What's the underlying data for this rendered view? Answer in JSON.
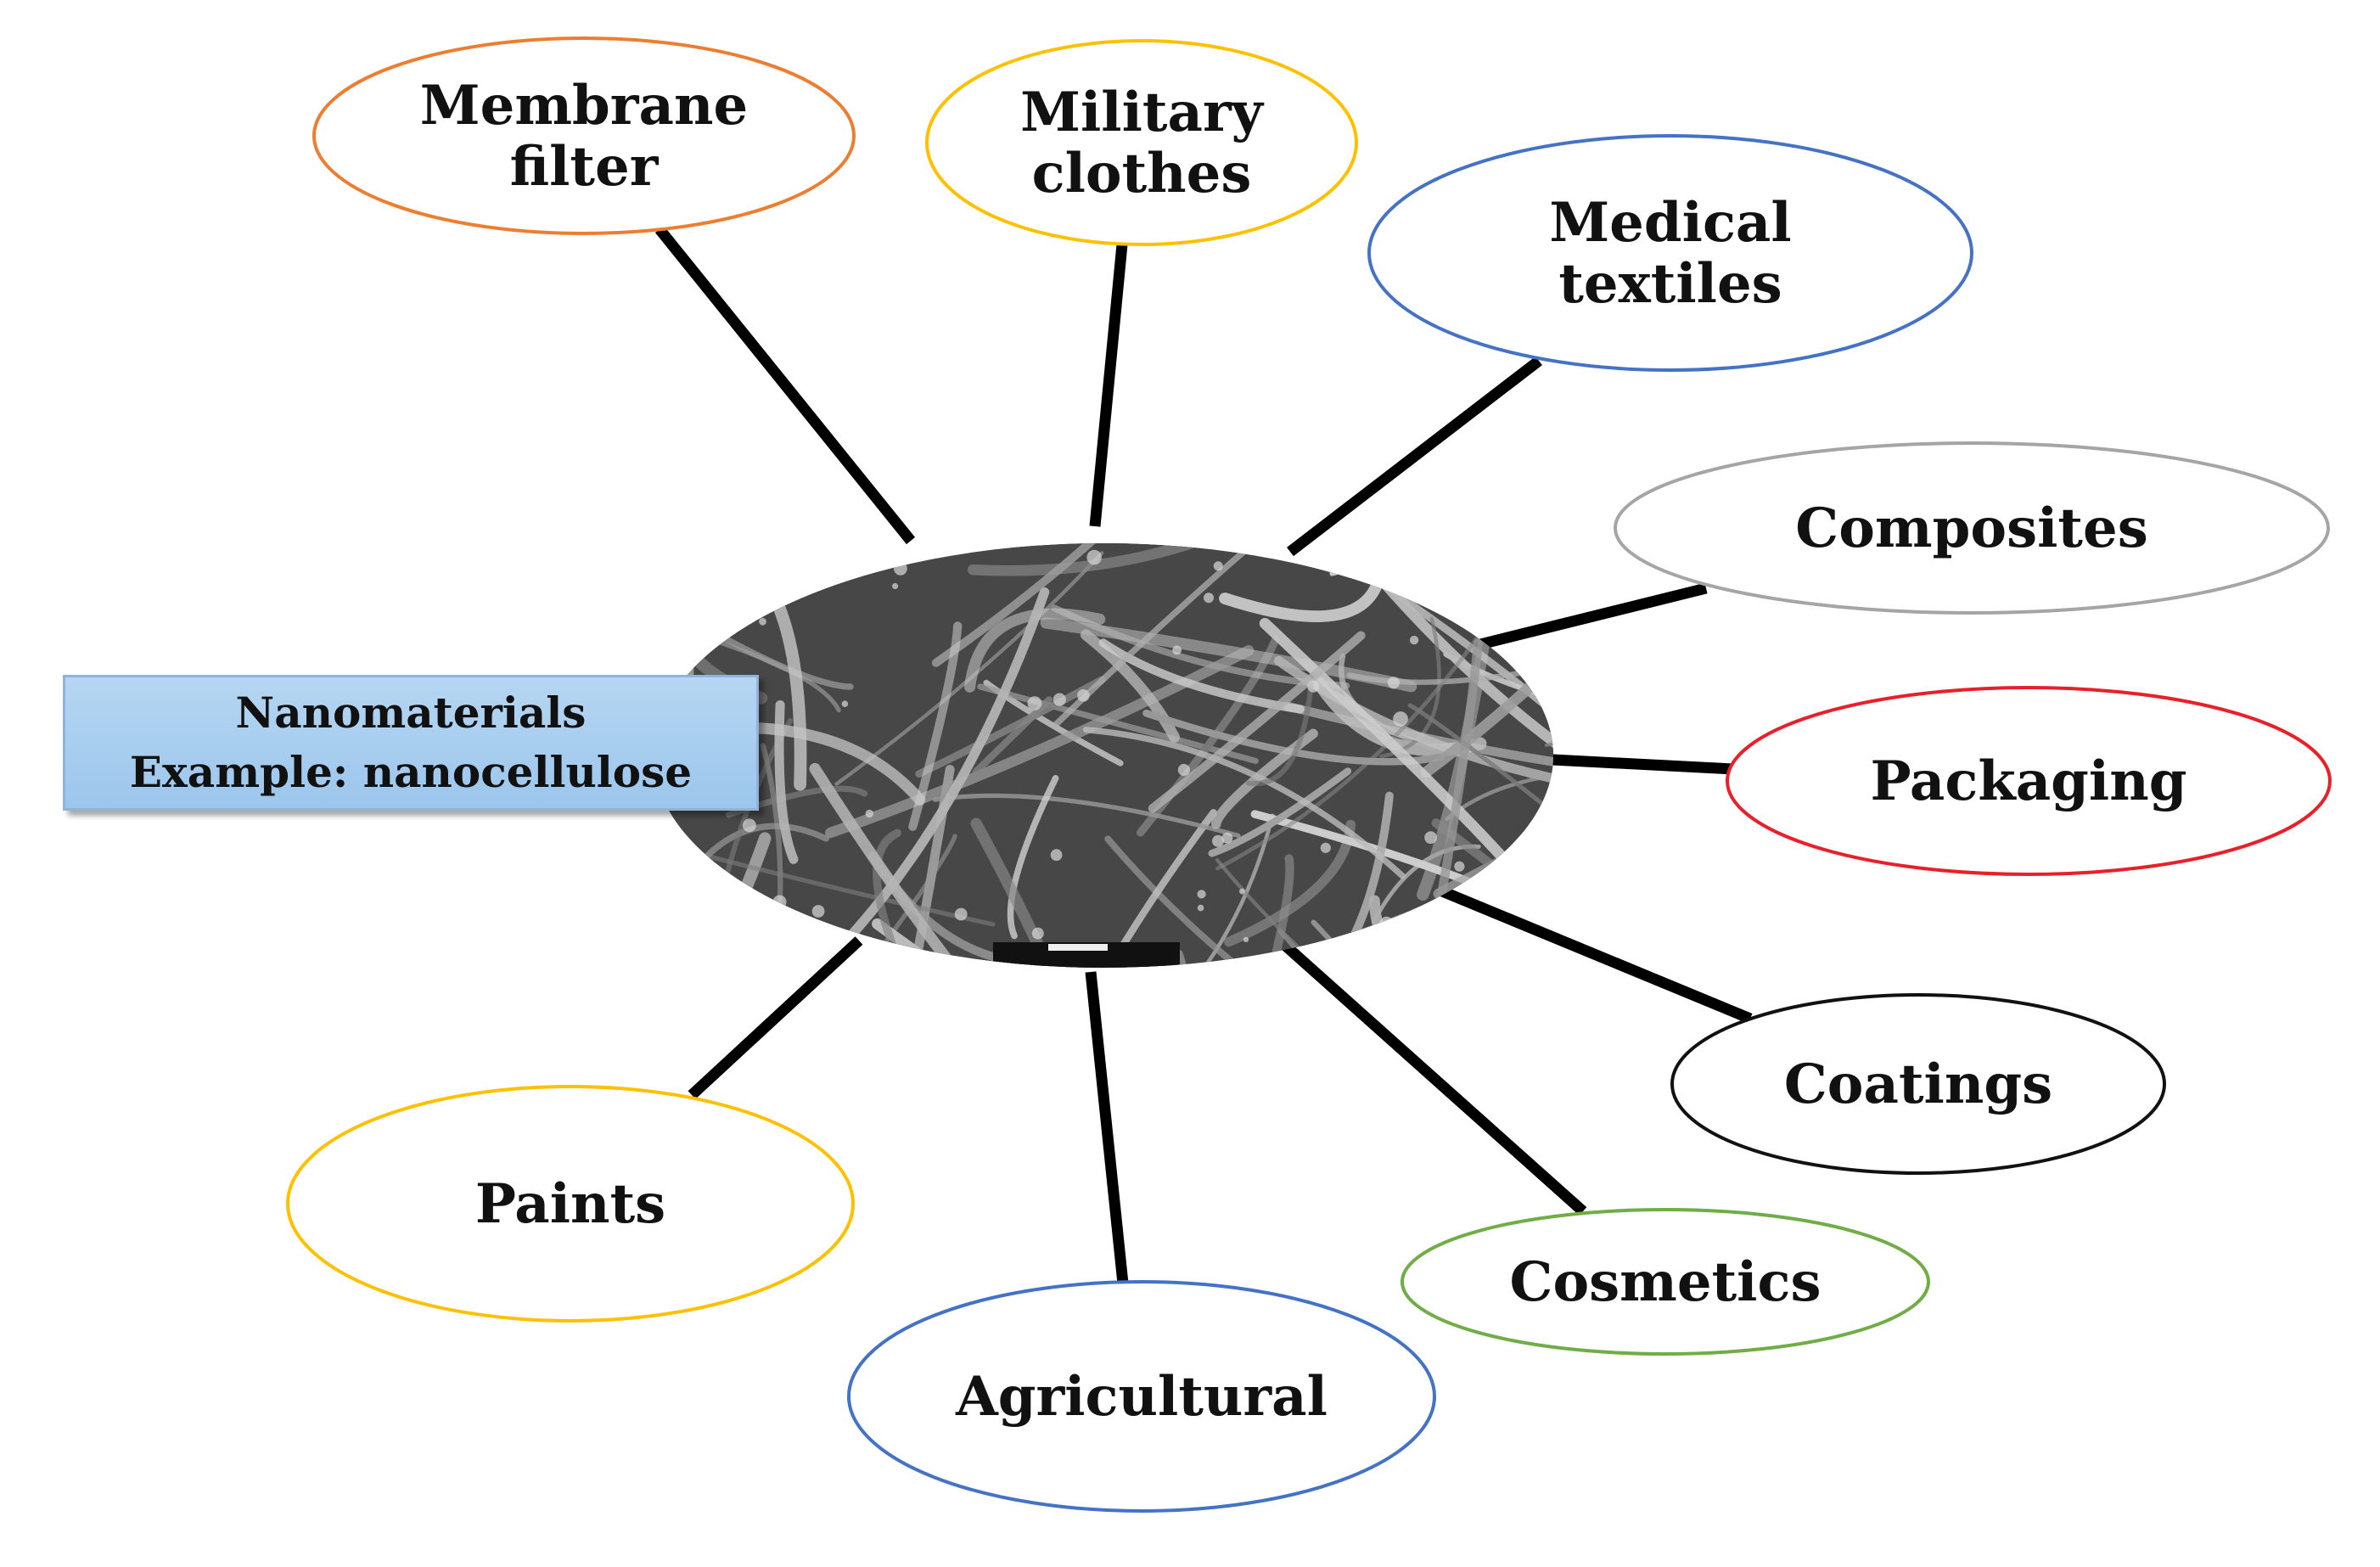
{
  "center": {
    "title": "Nanomaterials",
    "subtitle": "Example: nanocellulose"
  },
  "nodes": [
    {
      "id": "membrane-filter",
      "lines": [
        "Membrane",
        "filter"
      ],
      "color": "#ED7D31"
    },
    {
      "id": "military-clothes",
      "lines": [
        "Military",
        "clothes"
      ],
      "color": "#FFC000"
    },
    {
      "id": "medical-textiles",
      "lines": [
        "Medical",
        "textiles"
      ],
      "color": "#4472C4"
    },
    {
      "id": "composites",
      "lines": [
        "Composites"
      ],
      "color": "#A5A5A5"
    },
    {
      "id": "packaging",
      "lines": [
        "Packaging"
      ],
      "color": "#E8202A"
    },
    {
      "id": "coatings",
      "lines": [
        "Coatings"
      ],
      "color": "#111111"
    },
    {
      "id": "cosmetics",
      "lines": [
        "Cosmetics"
      ],
      "color": "#70AD47"
    },
    {
      "id": "agricultural",
      "lines": [
        "Agricultural"
      ],
      "color": "#4472C4"
    },
    {
      "id": "paints",
      "lines": [
        "Paints"
      ],
      "color": "#FFC000"
    }
  ],
  "connector_color": "#000000",
  "hub_image": "SEM micrograph of nanocellulose fibers (grayscale)"
}
